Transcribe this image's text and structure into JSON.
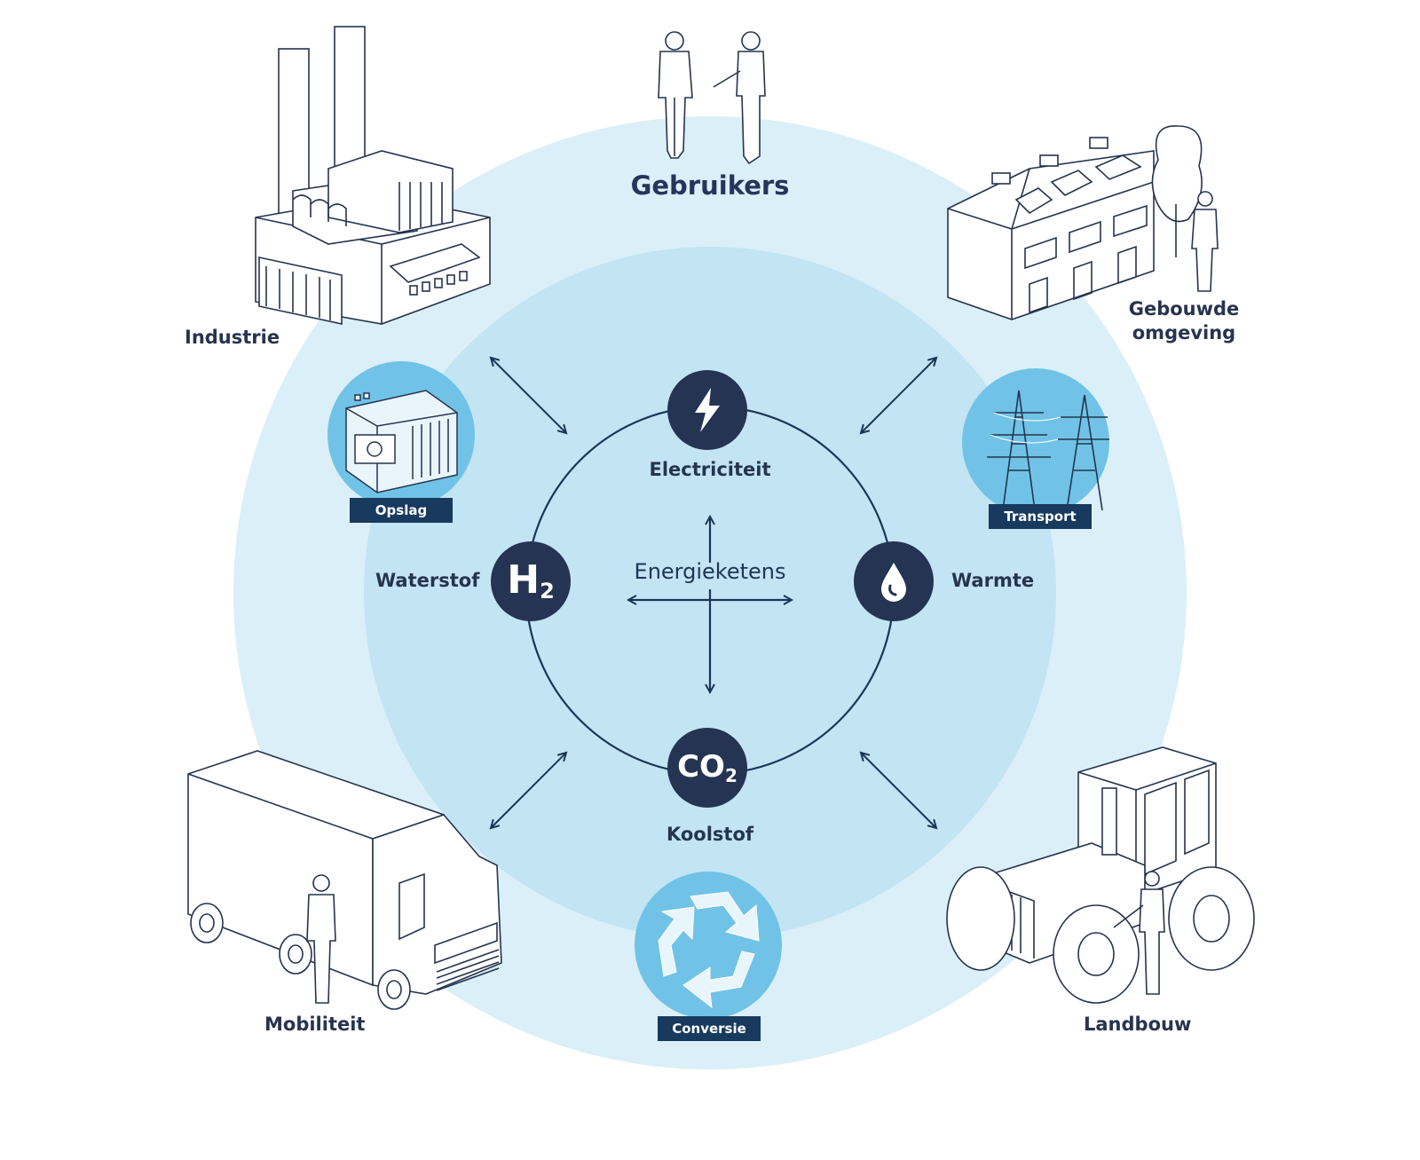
{
  "title": "Gebruikers",
  "center_label": "Energieketens",
  "carriers": {
    "electricity": "Electriciteit",
    "hydrogen": "Waterstof",
    "heat": "Warmte",
    "carbon": "Koolstof",
    "hydrogen_symbol": "H",
    "hydrogen_sub": "2",
    "carbon_symbol": "CO",
    "carbon_sub": "2"
  },
  "users": {
    "industry": "Industrie",
    "built_environment_line1": "Gebouwde",
    "built_environment_line2": "omgeving",
    "mobility": "Mobiliteit",
    "agriculture": "Landbouw"
  },
  "functions": {
    "storage": "Opslag",
    "transport": "Transport",
    "conversion": "Conversie"
  },
  "colors": {
    "outer_ring": "#dbeff8",
    "inner_ring": "#c2e4f3",
    "badge": "#70c3e6",
    "node": "#243452",
    "tag": "#173a5e",
    "line": "#1c3556"
  },
  "icons": {
    "electricity": "lightning-bolt-icon",
    "heat": "water-drop-icon",
    "conversion": "recycle-arrows-icon",
    "storage": "battery-container-icon",
    "transport": "power-pylon-icon"
  }
}
